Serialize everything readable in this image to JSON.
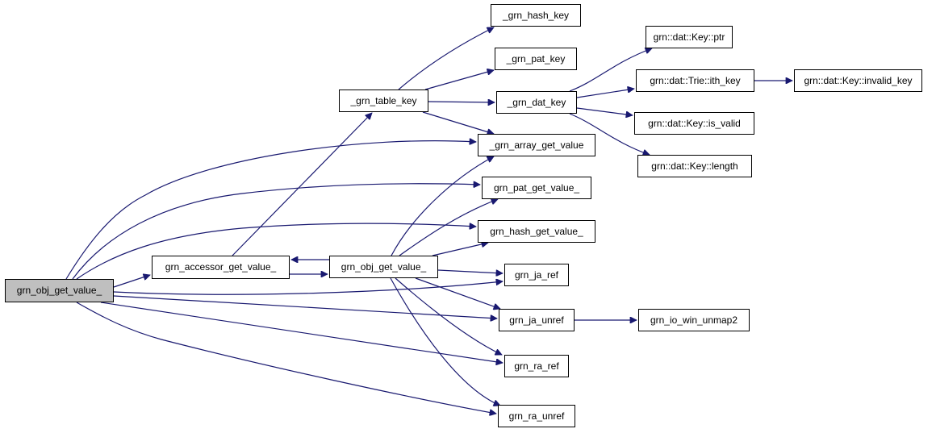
{
  "colors": {
    "edge": "#191970",
    "root_fill": "#bfbfbf",
    "node_fill": "#ffffff",
    "border": "#000000"
  },
  "nodes": {
    "root": "grn_obj_get_value_",
    "accessor": "grn_accessor_get_value_",
    "obj2": "grn_obj_get_value_",
    "table_key": "_grn_table_key",
    "hash_key": "_grn_hash_key",
    "pat_key": "_grn_pat_key",
    "dat_key": "_grn_dat_key",
    "array_get_value": "_grn_array_get_value",
    "pat_get_value": "grn_pat_get_value_",
    "hash_get_value": "grn_hash_get_value_",
    "ja_ref": "grn_ja_ref",
    "ja_unref": "grn_ja_unref",
    "ra_ref": "grn_ra_ref",
    "ra_unref": "grn_ra_unref",
    "io_win_unmap2": "grn_io_win_unmap2",
    "key_ptr": "grn::dat::Key::ptr",
    "trie_ith_key": "grn::dat::Trie::ith_key",
    "key_invalid_key": "grn::dat::Key::invalid_key",
    "key_is_valid": "grn::dat::Key::is_valid",
    "key_length": "grn::dat::Key::length"
  },
  "edges": [
    [
      "root",
      "accessor"
    ],
    [
      "root",
      "array_get_value"
    ],
    [
      "root",
      "pat_get_value"
    ],
    [
      "root",
      "hash_get_value"
    ],
    [
      "root",
      "ja_ref"
    ],
    [
      "root",
      "ja_unref"
    ],
    [
      "root",
      "ra_ref"
    ],
    [
      "root",
      "ra_unref"
    ],
    [
      "accessor",
      "obj2"
    ],
    [
      "obj2",
      "accessor"
    ],
    [
      "accessor",
      "table_key"
    ],
    [
      "table_key",
      "hash_key"
    ],
    [
      "table_key",
      "pat_key"
    ],
    [
      "table_key",
      "dat_key"
    ],
    [
      "table_key",
      "array_get_value"
    ],
    [
      "dat_key",
      "key_ptr"
    ],
    [
      "dat_key",
      "trie_ith_key"
    ],
    [
      "dat_key",
      "key_is_valid"
    ],
    [
      "dat_key",
      "key_length"
    ],
    [
      "trie_ith_key",
      "key_invalid_key"
    ],
    [
      "obj2",
      "array_get_value"
    ],
    [
      "obj2",
      "pat_get_value"
    ],
    [
      "obj2",
      "hash_get_value"
    ],
    [
      "obj2",
      "ja_ref"
    ],
    [
      "obj2",
      "ja_unref"
    ],
    [
      "obj2",
      "ra_ref"
    ],
    [
      "obj2",
      "ra_unref"
    ],
    [
      "ja_unref",
      "io_win_unmap2"
    ]
  ]
}
